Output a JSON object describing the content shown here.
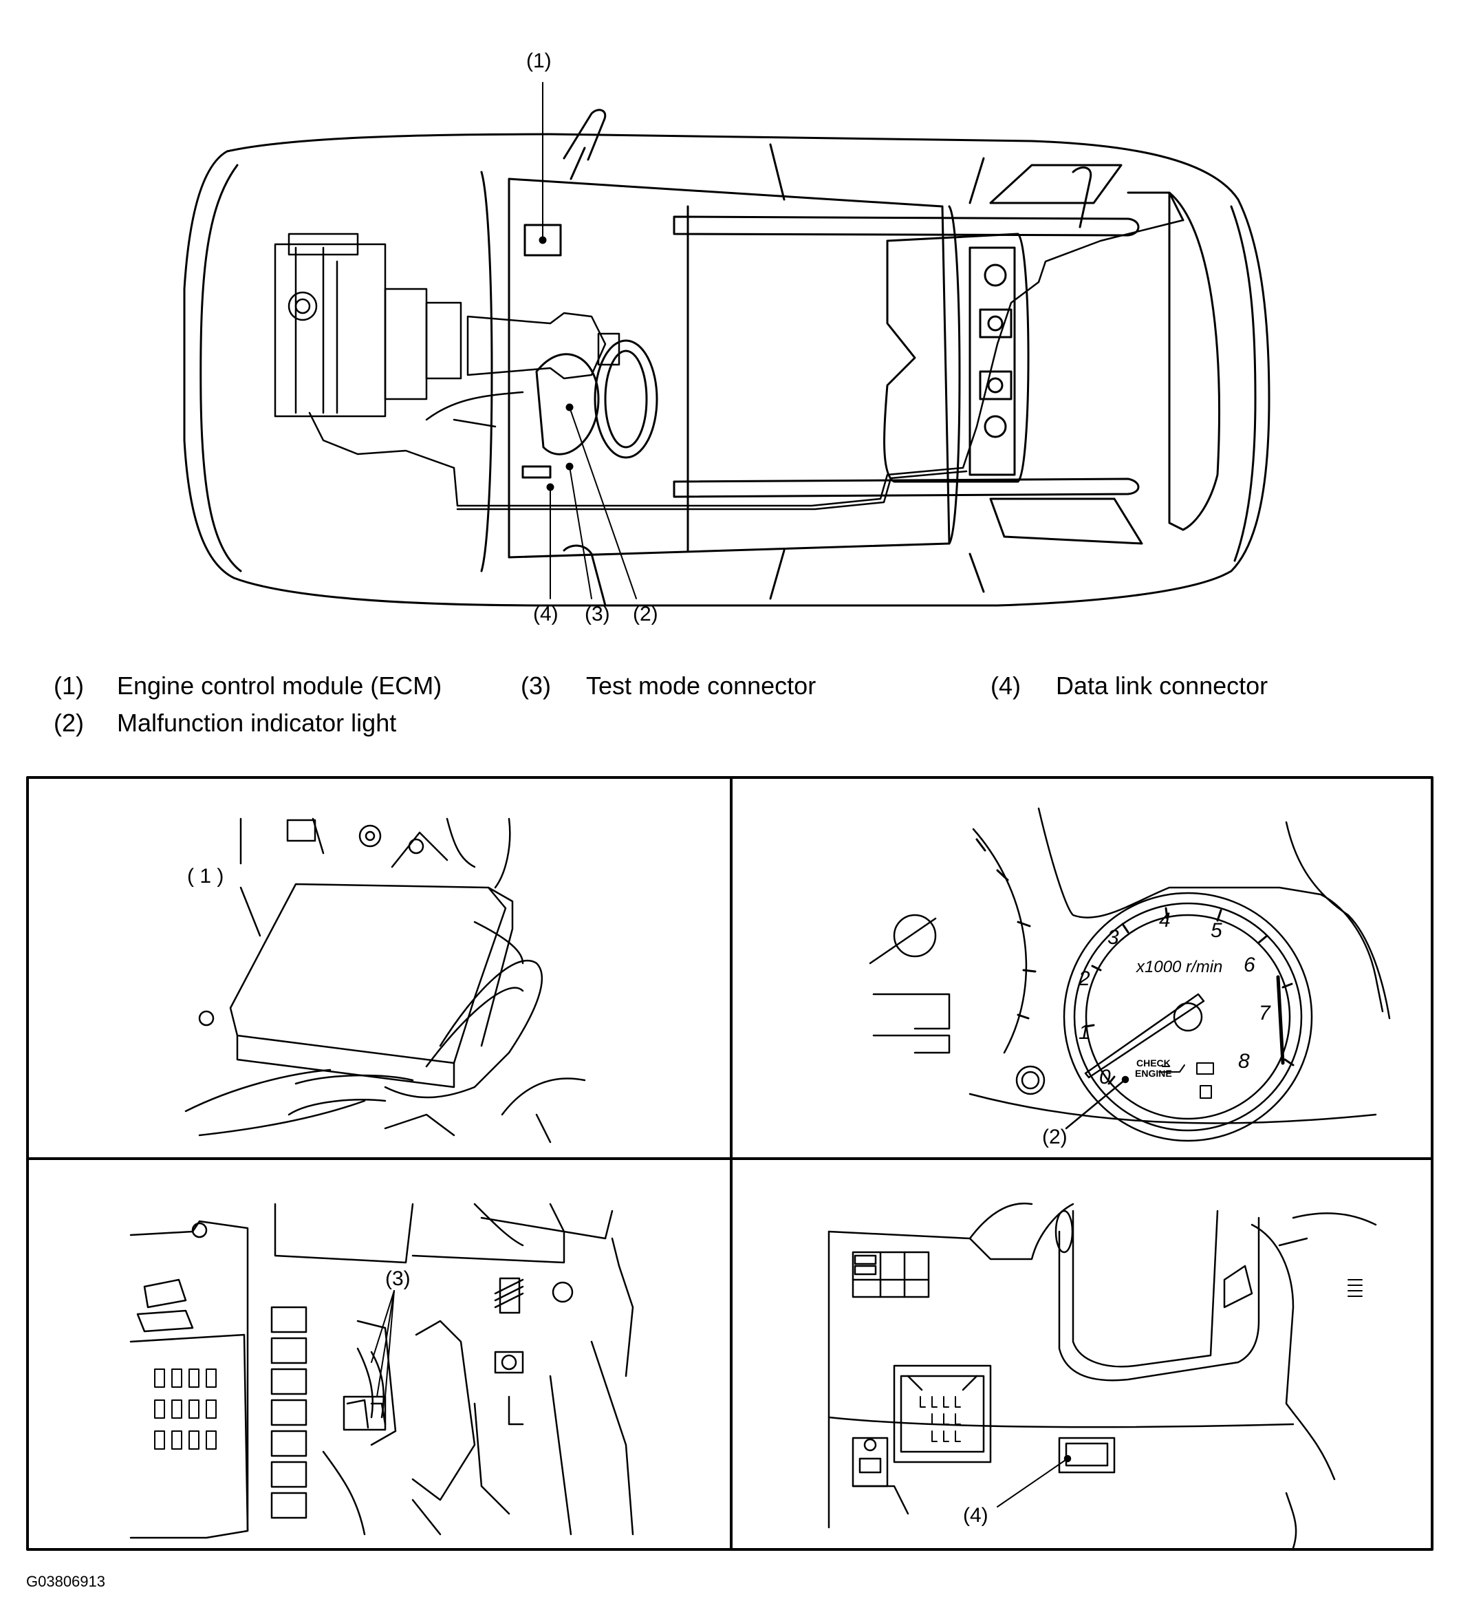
{
  "overview": {
    "callouts": [
      "(1)",
      "(2)",
      "(3)",
      "(4)"
    ]
  },
  "legend": [
    {
      "num": "(1)",
      "label": "Engine control module (ECM)"
    },
    {
      "num": "(2)",
      "label": "Malfunction indicator light"
    },
    {
      "num": "(3)",
      "label": "Test mode connector"
    },
    {
      "num": "(4)",
      "label": "Data link connector"
    }
  ],
  "panels": {
    "ecm": {
      "callout": "( 1 )"
    },
    "cluster": {
      "callout": "(2)",
      "gauge_unit": "x1000 r/min",
      "gauge_ticks": [
        "0",
        "1",
        "2",
        "3",
        "4",
        "5",
        "6",
        "7",
        "8"
      ],
      "warning_text_1": "CHECK",
      "warning_text_2": "ENGINE"
    },
    "test_connector": {
      "callout": "(3)"
    },
    "dlc": {
      "callout": "(4)"
    }
  },
  "figure_id": "G03806913"
}
